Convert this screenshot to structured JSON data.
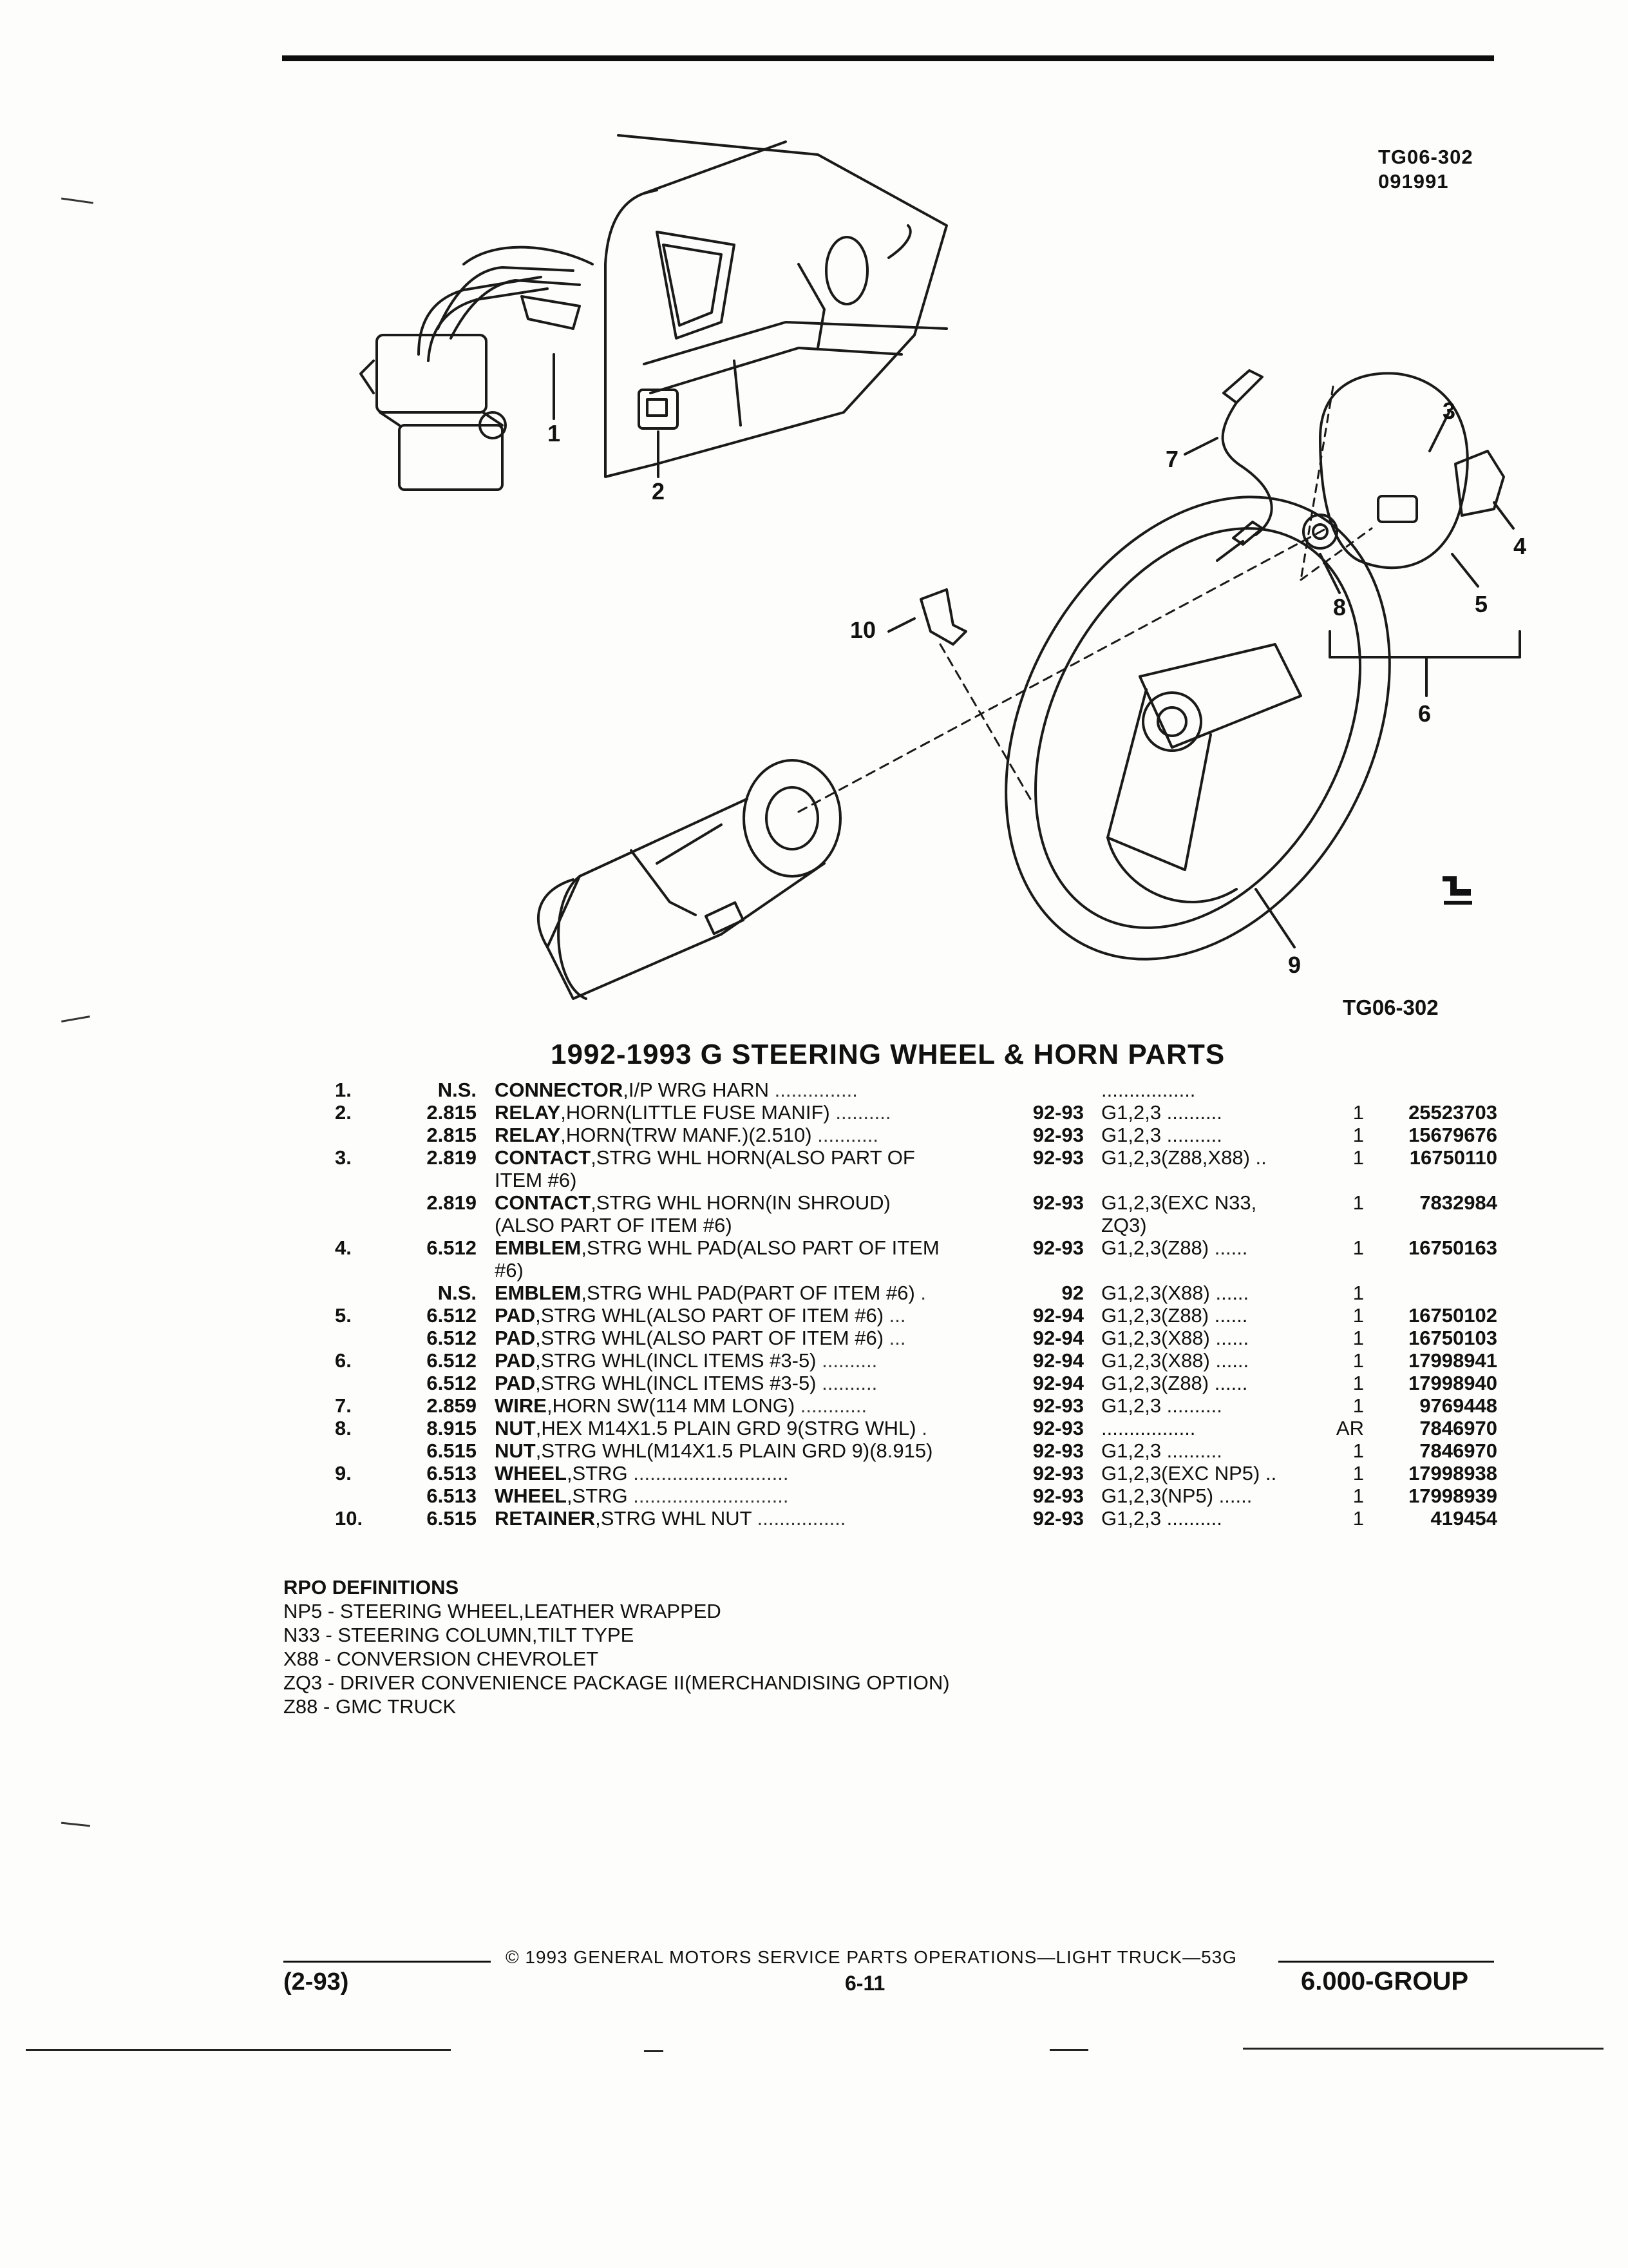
{
  "drawing": {
    "id_line1": "TG06-302",
    "id_line2": "091991",
    "figure_id": "TG06-302"
  },
  "callouts": [
    "1",
    "2",
    "3",
    "4",
    "5",
    "6",
    "7",
    "8",
    "9",
    "10"
  ],
  "section_title": "1992-1993 G STEERING WHEEL & HORN PARTS",
  "parts": [
    {
      "item": "1.",
      "code": "N.S.",
      "name": "CONNECTOR",
      ",desc": "",
      "desc": ",I/P WRG HARN",
      "dots": " ...............",
      "year": "",
      "model": ".................",
      "qty": "",
      "pn": ""
    },
    {
      "item": "2.",
      "code": "2.815",
      "name": "RELAY",
      "desc": ",HORN(LITTLE FUSE MANIF)",
      "dots": " ..........",
      "year": "92-93",
      "model": "G1,2,3  ..........",
      "qty": "1",
      "pn": "25523703"
    },
    {
      "item": "",
      "code": "2.815",
      "name": "RELAY",
      "desc": ",HORN(TRW MANF.)(2.510)",
      "dots": " ...........",
      "year": "92-93",
      "model": "G1,2,3  ..........",
      "qty": "1",
      "pn": "15679676"
    },
    {
      "item": "3.",
      "code": "2.819",
      "name": "CONTACT",
      "desc": ",STRG WHL HORN(ALSO PART OF",
      "dots": "",
      "year": "92-93",
      "model": "G1,2,3(Z88,X88) ..",
      "qty": "1",
      "pn": "16750110"
    },
    {
      "item": "",
      "code": "",
      "name": "",
      "desc": "ITEM #6)",
      "dots": "",
      "year": "",
      "model": "",
      "qty": "",
      "pn": ""
    },
    {
      "item": "",
      "code": "2.819",
      "name": "CONTACT",
      "desc": ",STRG WHL HORN(IN SHROUD)",
      "dots": "",
      "year": "92-93",
      "model": "G1,2,3(EXC N33,",
      "qty": "1",
      "pn": "7832984"
    },
    {
      "item": "",
      "code": "",
      "name": "",
      "desc": "(ALSO PART OF ITEM #6)",
      "dots": "",
      "year": "",
      "model": "ZQ3)",
      "qty": "",
      "pn": ""
    },
    {
      "item": "4.",
      "code": "6.512",
      "name": "EMBLEM",
      "desc": ",STRG WHL PAD(ALSO PART OF ITEM",
      "dots": "",
      "year": "92-93",
      "model": "G1,2,3(Z88) ......",
      "qty": "1",
      "pn": "16750163"
    },
    {
      "item": "",
      "code": "",
      "name": "",
      "desc": "#6)",
      "dots": "",
      "year": "",
      "model": "",
      "qty": "",
      "pn": ""
    },
    {
      "item": "",
      "code": "N.S.",
      "name": "EMBLEM",
      "desc": ",STRG WHL PAD(PART OF ITEM #6)",
      "dots": " .",
      "year": "92",
      "model": "G1,2,3(X88) ......",
      "qty": "1",
      "pn": ""
    },
    {
      "item": "5.",
      "code": "6.512",
      "name": "PAD",
      "desc": ",STRG WHL(ALSO PART OF ITEM #6)",
      "dots": " ...",
      "year": "92-94",
      "model": "G1,2,3(Z88) ......",
      "qty": "1",
      "pn": "16750102"
    },
    {
      "item": "",
      "code": "6.512",
      "name": "PAD",
      "desc": ",STRG WHL(ALSO PART OF ITEM #6)",
      "dots": " ...",
      "year": "92-94",
      "model": "G1,2,3(X88) ......",
      "qty": "1",
      "pn": "16750103"
    },
    {
      "item": "6.",
      "code": "6.512",
      "name": "PAD",
      "desc": ",STRG WHL(INCL ITEMS #3-5)",
      "dots": " ..........",
      "year": "92-94",
      "model": "G1,2,3(X88) ......",
      "qty": "1",
      "pn": "17998941"
    },
    {
      "item": "",
      "code": "6.512",
      "name": "PAD",
      "desc": ",STRG WHL(INCL ITEMS #3-5)",
      "dots": " ..........",
      "year": "92-94",
      "model": "G1,2,3(Z88) ......",
      "qty": "1",
      "pn": "17998940"
    },
    {
      "item": "7.",
      "code": "2.859",
      "name": "WIRE",
      "desc": ",HORN SW(114 MM LONG)",
      "dots": " ............",
      "year": "92-93",
      "model": "G1,2,3  ..........",
      "qty": "1",
      "pn": "9769448"
    },
    {
      "item": "8.",
      "code": "8.915",
      "name": "NUT",
      "desc": ",HEX M14X1.5 PLAIN GRD 9(STRG WHL)",
      "dots": " .",
      "year": "92-93",
      "model": ".................",
      "qty": "AR",
      "pn": "7846970"
    },
    {
      "item": "",
      "code": "6.515",
      "name": "NUT",
      "desc": ",STRG WHL(M14X1.5 PLAIN GRD 9)(8.915)",
      "dots": "",
      "year": "92-93",
      "model": "G1,2,3  ..........",
      "qty": "1",
      "pn": "7846970"
    },
    {
      "item": "9.",
      "code": "6.513",
      "name": "WHEEL",
      "desc": ",STRG",
      "dots": "  ............................",
      "year": "92-93",
      "model": "G1,2,3(EXC NP5) ..",
      "qty": "1",
      "pn": "17998938"
    },
    {
      "item": "",
      "code": "6.513",
      "name": "WHEEL",
      "desc": ",STRG",
      "dots": "  ............................",
      "year": "92-93",
      "model": "G1,2,3(NP5) ......",
      "qty": "1",
      "pn": "17998939"
    },
    {
      "item": "10.",
      "code": "6.515",
      "name": "RETAINER",
      "desc": ",STRG WHL NUT",
      "dots": "  ................",
      "year": "92-93",
      "model": "G1,2,3  ..........",
      "qty": "1",
      "pn": "419454"
    }
  ],
  "rpo": {
    "title": "RPO DEFINITIONS",
    "lines": [
      "NP5 - STEERING WHEEL,LEATHER WRAPPED",
      "N33 - STEERING COLUMN,TILT TYPE",
      "X88 - CONVERSION CHEVROLET",
      "ZQ3 - DRIVER CONVENIENCE PACKAGE II(MERCHANDISING OPTION)",
      "Z88 - GMC TRUCK"
    ]
  },
  "footer": {
    "copyright": "© 1993 GENERAL MOTORS SERVICE PARTS OPERATIONS—LIGHT TRUCK—53G",
    "date": "(2-93)",
    "page": "6-11",
    "group": "6.000-GROUP"
  }
}
